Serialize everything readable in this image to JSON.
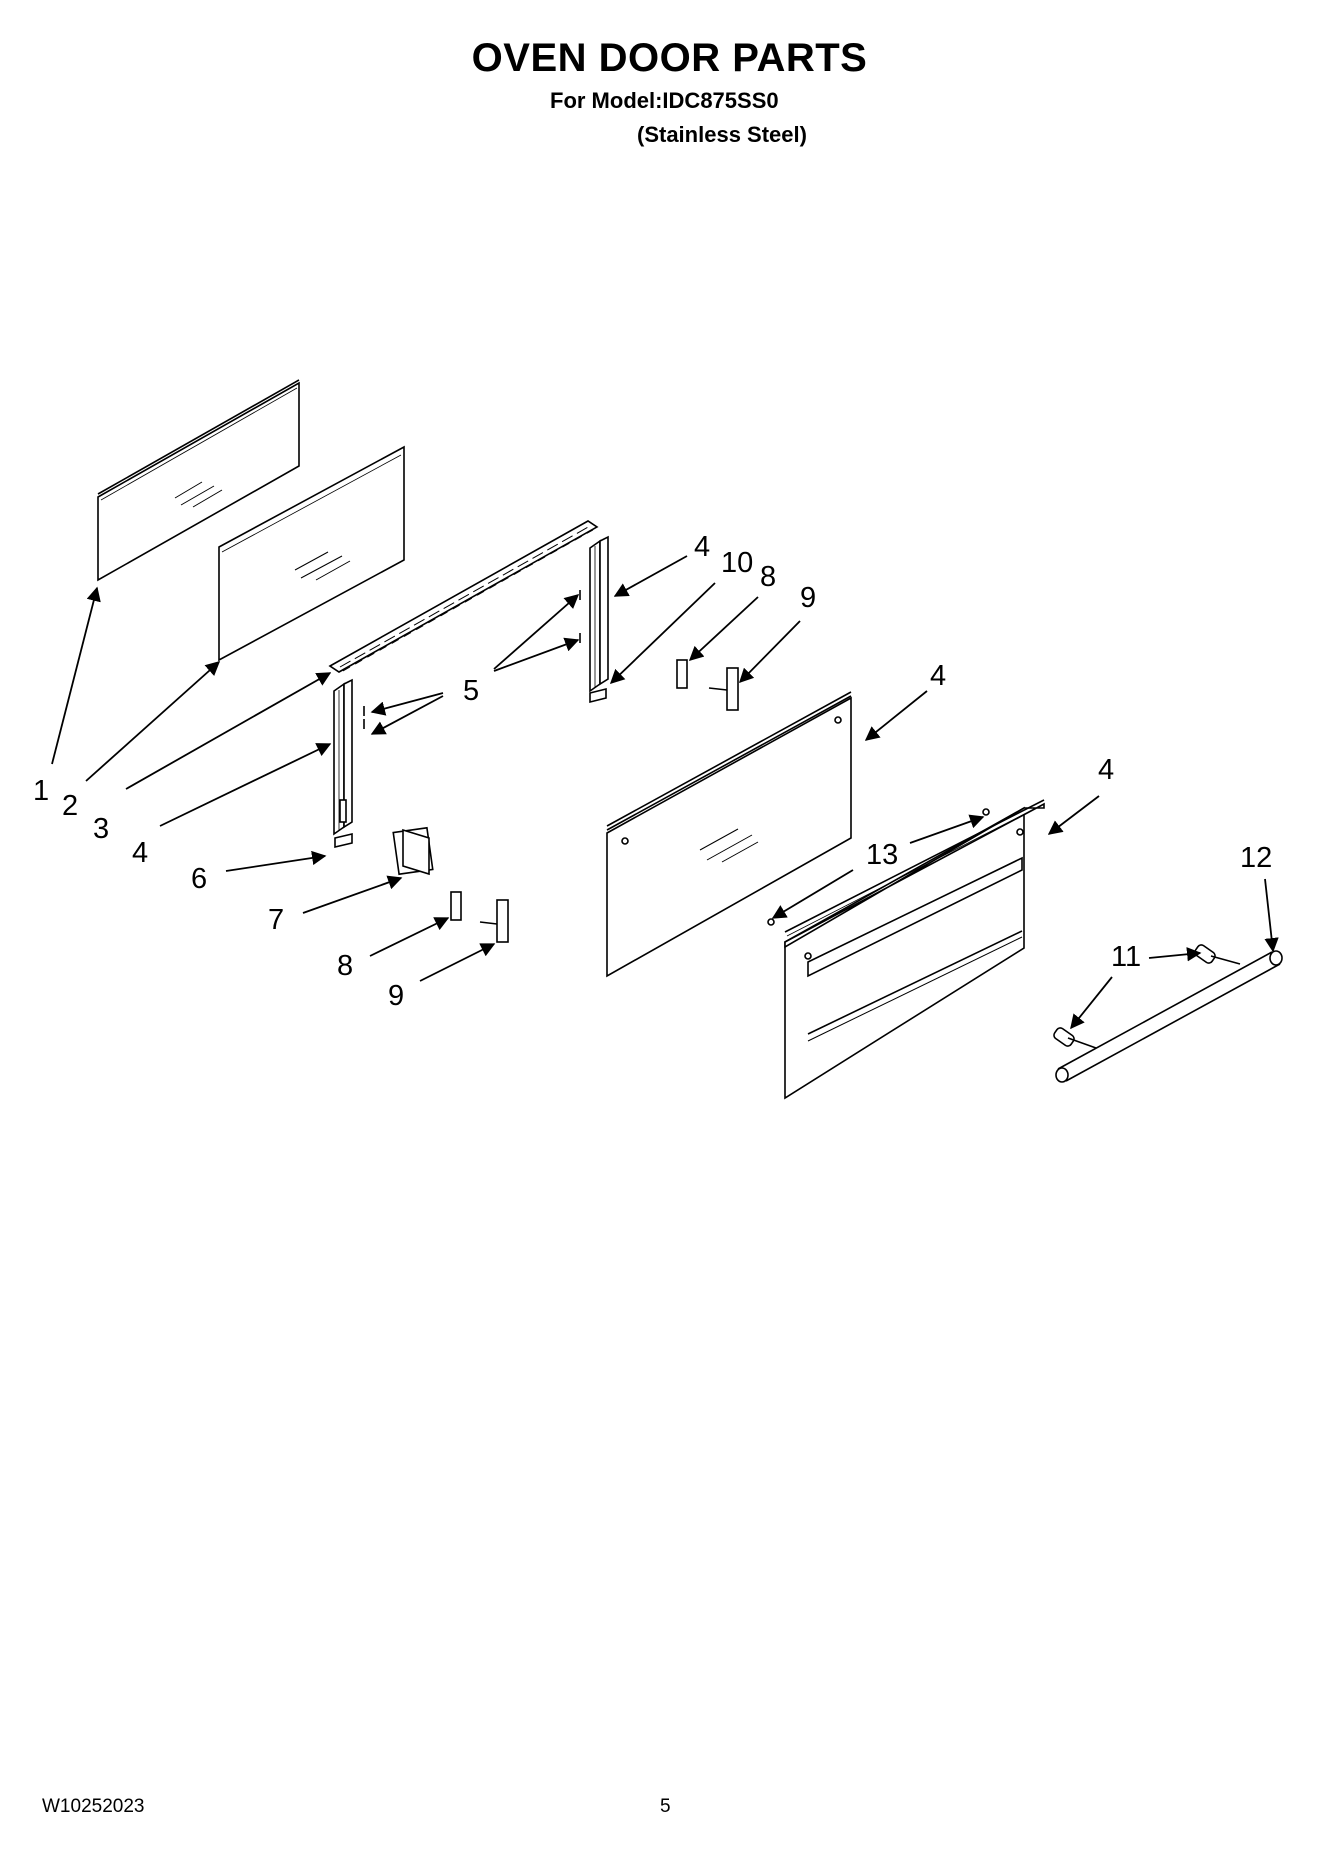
{
  "header": {
    "title": "OVEN DOOR PARTS",
    "model_line": "For Model:IDC875SS0",
    "variant_line": "(Stainless Steel)"
  },
  "footer": {
    "doc_number": "W10252023",
    "page_number": "5"
  },
  "callouts": [
    "1",
    "2",
    "3",
    "4",
    "4",
    "4",
    "4",
    "4",
    "5",
    "6",
    "7",
    "8",
    "8",
    "9",
    "9",
    "10",
    "11",
    "12",
    "13"
  ]
}
